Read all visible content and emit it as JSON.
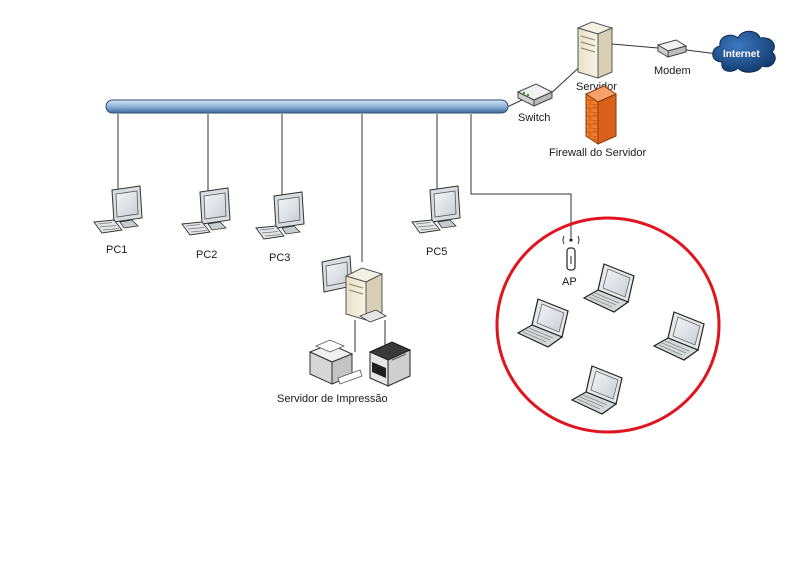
{
  "labels": {
    "servidor": "Servidor",
    "modem": "Modem",
    "internet": "Internet",
    "switch": "Switch",
    "firewall": "Firewall do Servidor",
    "pc1": "PC1",
    "pc2": "PC2",
    "pc3": "PC3",
    "pc5": "PC5",
    "ap": "AP",
    "print_server": "Servidor de Impressão"
  },
  "colors": {
    "backbone": "#8fb3d9",
    "wifi_zone": "#e0141e",
    "firewall": "#f07a2a",
    "cloud": "#1b4f8f",
    "link": "#333333"
  }
}
